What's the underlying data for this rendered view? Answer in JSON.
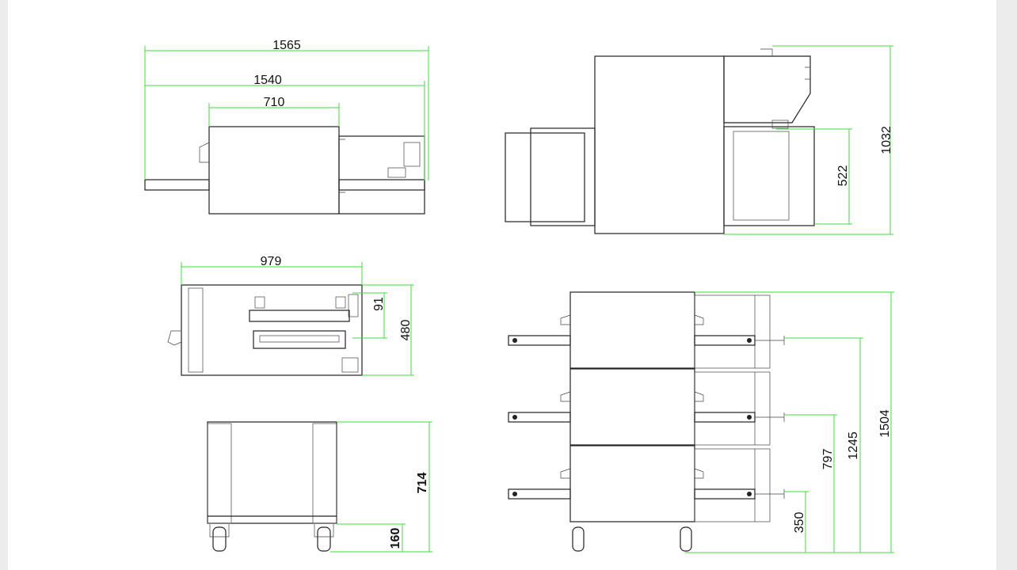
{
  "drawing": {
    "top_view": {
      "dims": {
        "overall_length": "1565",
        "conveyor_length": "1540",
        "oven_width": "710"
      }
    },
    "side_view": {
      "dims": {
        "height": "1032",
        "conveyor_height": "522"
      }
    },
    "front_view": {
      "dims": {
        "depth": "979",
        "opening": "91",
        "height": "480"
      }
    },
    "stand_view": {
      "dims": {
        "stand_height": "714",
        "shelf_height": "160"
      }
    },
    "stack_view": {
      "dims": {
        "total": "1504",
        "third_deck": "1245",
        "second_deck": "797",
        "first_deck": "350"
      }
    },
    "colors": {
      "dimension_line": "#3ddc3d",
      "outline": "#222222"
    }
  }
}
